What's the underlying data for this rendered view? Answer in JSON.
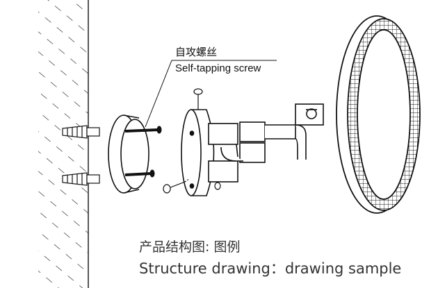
{
  "callout": {
    "label_cn": "自攻螺丝",
    "label_en": "Self-tapping screw"
  },
  "caption": {
    "line_cn": "产品结构图: 图例",
    "line_en": "Structure drawing：drawing sample"
  },
  "colors": {
    "line": "#111111",
    "caption_text": "#333333",
    "background": "#ffffff"
  }
}
